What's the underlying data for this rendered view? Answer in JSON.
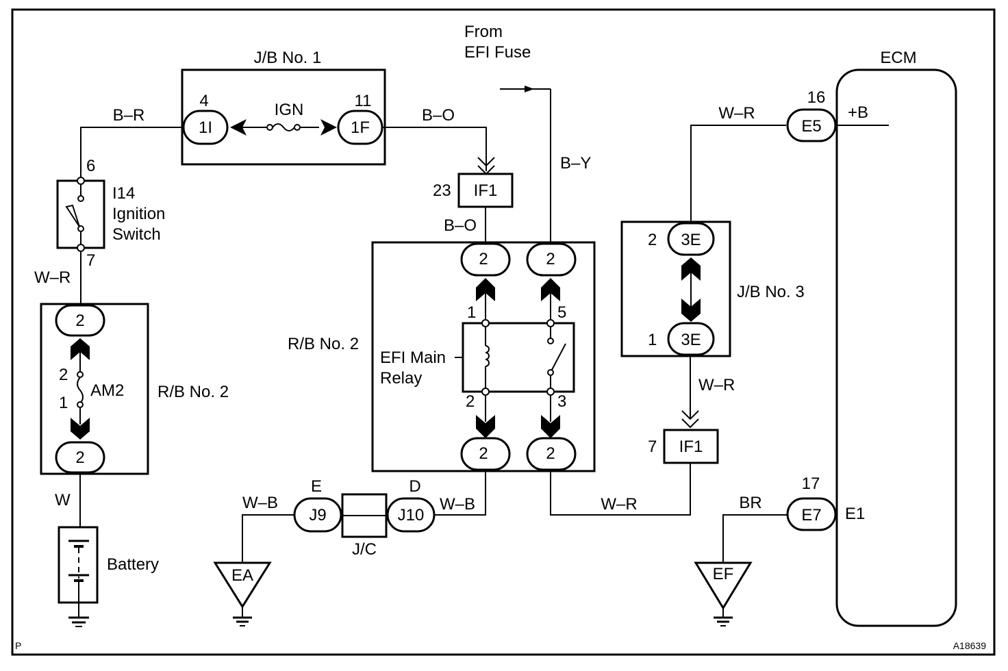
{
  "diagram": {
    "type": "wiring-schematic",
    "ref_code": "A18639",
    "page_marker": "P",
    "components": {
      "jb1": {
        "label": "J/B No. 1",
        "left_conn": "1I",
        "left_pin": "4",
        "right_conn": "1F",
        "right_pin": "11",
        "fuse": "IGN"
      },
      "ign_switch": {
        "code": "I14",
        "name_line1": "Ignition",
        "name_line2": "Switch",
        "pin_top": "6",
        "pin_bottom": "7"
      },
      "rb2_left": {
        "label": "R/B No. 2",
        "fuse": "AM2",
        "top_conn": "2",
        "bottom_conn": "2",
        "pin_top": "2",
        "pin_bottom": "1"
      },
      "battery": {
        "label": "Battery"
      },
      "efi_source": {
        "line1": "From",
        "line2": "EFI Fuse"
      },
      "if1_top": {
        "label": "IF1",
        "pin": "23"
      },
      "rb2_relay": {
        "label": "R/B No. 2",
        "relay_line1": "EFI Main",
        "relay_line2": "Relay",
        "conn_tl": "2",
        "conn_tr": "2",
        "conn_bl": "2",
        "conn_br": "2",
        "pin_1": "1",
        "pin_5": "5",
        "pin_2": "2",
        "pin_3": "3"
      },
      "jb3": {
        "label": "J/B No. 3",
        "top_conn": "3E",
        "top_pin": "2",
        "bottom_conn": "3E",
        "bottom_pin": "1"
      },
      "if1_bottom": {
        "label": "IF1",
        "pin": "7"
      },
      "jc": {
        "label": "J/C",
        "left_conn": "J9",
        "left_pin": "E",
        "right_conn": "J10",
        "right_pin": "D"
      },
      "ground_ea": {
        "label": "EA"
      },
      "ground_ef": {
        "label": "EF"
      },
      "ecm": {
        "label": "ECM",
        "e5_conn": "E5",
        "e5_pin": "16",
        "e5_terminal": "+B",
        "e7_conn": "E7",
        "e7_pin": "17",
        "e7_terminal": "E1"
      }
    },
    "wires": {
      "ign_to_jb1": "B–R",
      "jb1_to_if1": "B–O",
      "if1_to_relay": "B–O",
      "efi_fuse": "B–Y",
      "sw_to_am2": "W–R",
      "am2_to_battery": "W",
      "jc_left": "W–B",
      "jc_right": "W–B",
      "relay_to_if1": "W–R",
      "jb3_to_ecm": "W–R",
      "jb3_to_if1": "W–R",
      "ecm_ground": "BR"
    }
  }
}
